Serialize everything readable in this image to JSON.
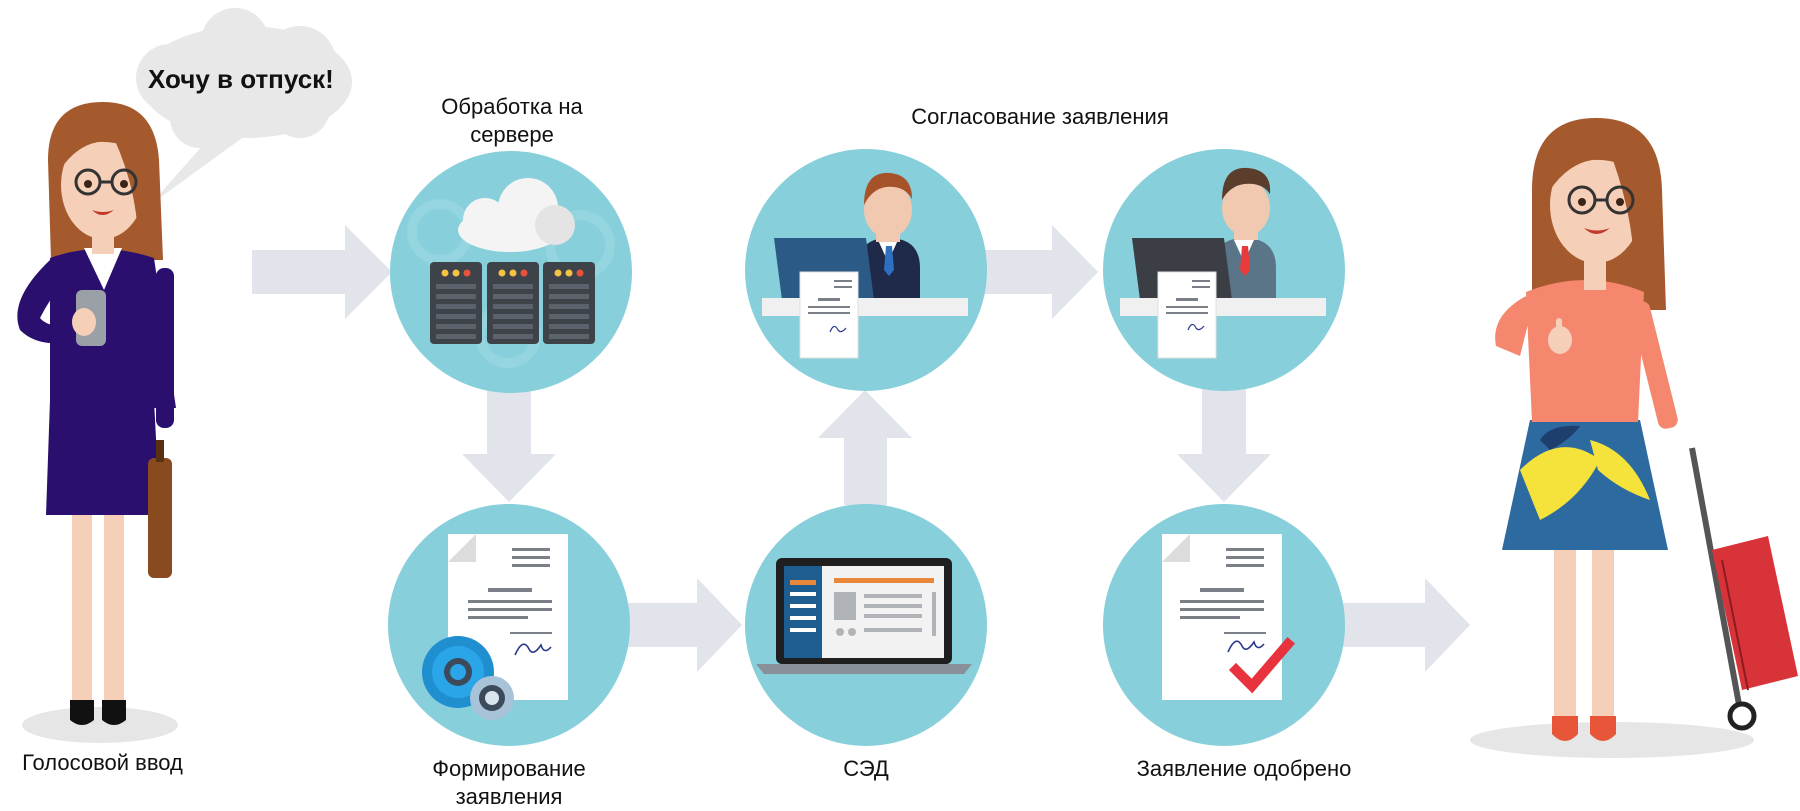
{
  "speech": {
    "text": "Хочу в отпуск!"
  },
  "steps": {
    "voice_input": "Голосовой ввод",
    "server_processing": "Обработка на сервере",
    "form_application": "Формирование заявления",
    "eds": "СЭД",
    "approval_process": "Согласование заявления",
    "approved": "Заявление одобрено"
  },
  "colors": {
    "circle": "#87cfda",
    "arrow": "#e1e4ea",
    "suit": "#2a0f6e",
    "blouse": "#f4876e",
    "hair": "#a45a2d",
    "suitcase": "#d9333a"
  }
}
